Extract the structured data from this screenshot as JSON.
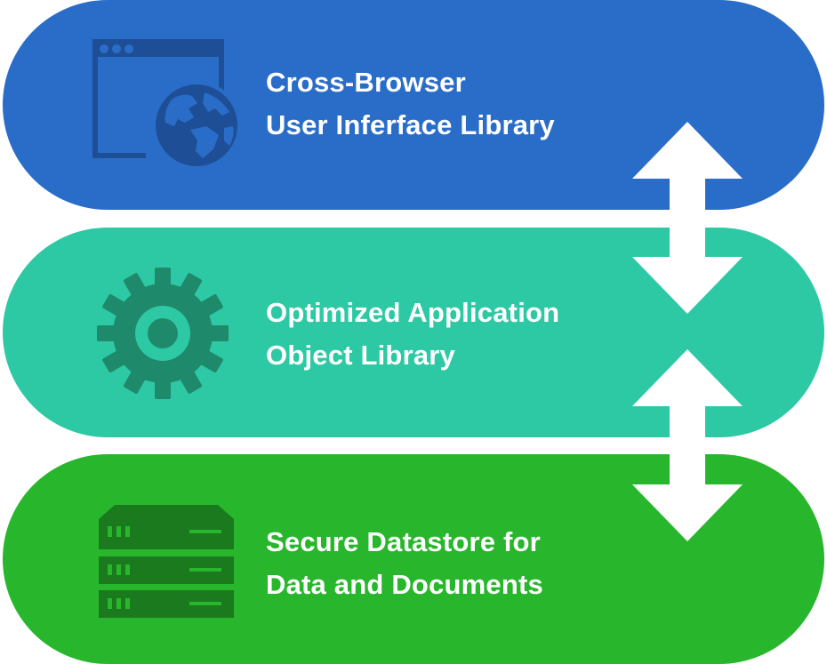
{
  "layers": [
    {
      "lines": [
        "Cross-Browser",
        "User Inferface Library"
      ],
      "color": "#2a6dc9",
      "icon": "browser-globe-icon"
    },
    {
      "lines": [
        "Optimized Application",
        "Object Library"
      ],
      "color": "#2dc9a4",
      "icon": "gear-icon"
    },
    {
      "lines": [
        "Secure Datastore for",
        "Data and Documents"
      ],
      "color": "#28b72c",
      "icon": "server-icon"
    }
  ],
  "connectors": [
    "double-arrow-icon",
    "double-arrow-icon"
  ]
}
